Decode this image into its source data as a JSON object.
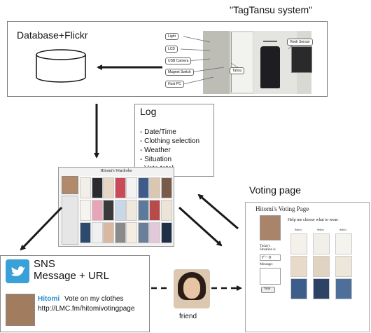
{
  "title": "\"TagTansu system\"",
  "database": {
    "label": "Database+Flickr"
  },
  "hardware": {
    "tags": [
      "Light",
      "LCD",
      "USB Camera",
      "Magnet Switch",
      "Host PC"
    ],
    "tansu_tag": "Tansu",
    "hook_tag": "Hook Sensor"
  },
  "log": {
    "title": "Log",
    "items": [
      "- Date/Time",
      "- Clothing selection",
      "- Weather",
      "- Situation",
      "- Vote total"
    ]
  },
  "wardrobe": {
    "title": "Hitomi's Wardrobe"
  },
  "voting": {
    "label": "Voting page",
    "page_title": "Hitomi's Voting Page",
    "subtitle": "Help me choose what to wear:",
    "today_label": "Today's Situation is",
    "today_value": "データ",
    "message_label": "Message:",
    "vote_button": "Vote",
    "column_labels": [
      "Select",
      "Select",
      "Select"
    ]
  },
  "sns": {
    "title": "SNS",
    "subtitle": "Message + URL",
    "user": "Hitomi",
    "message": "Vote on my clothes",
    "url": "http://LMC.fm/hitomivotingpage"
  },
  "friend": {
    "label": "friend"
  },
  "colors": {
    "twitter_blue": "#3aa0d8",
    "username_blue": "#2b8fd0",
    "arrow": "#1a1a1a"
  }
}
